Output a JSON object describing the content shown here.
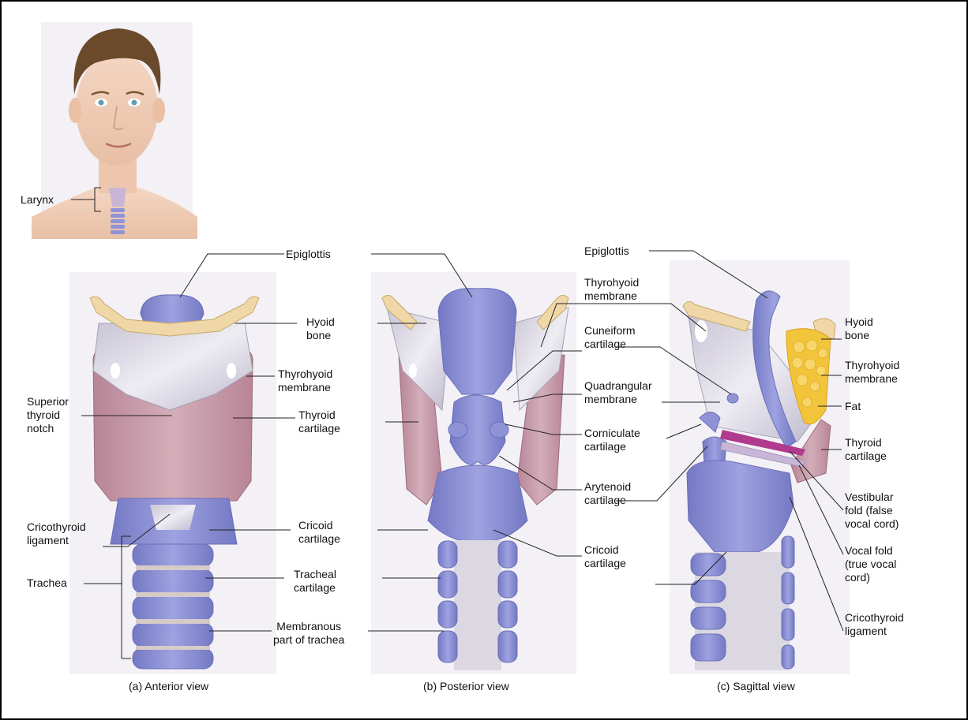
{
  "inset": {
    "larynx": "Larynx"
  },
  "anterior": {
    "caption": "(a) Anterior view",
    "epiglottis": "Epiglottis",
    "hyoid_bone": "Hyoid\nbone",
    "thyrohyoid_membrane": "Thyrohyoid\nmembrane",
    "superior_thyroid_notch": "Superior\nthyroid\nnotch",
    "thyroid_cartilage": "Thyroid\ncartilage",
    "cricothyroid_ligament": "Cricothyroid\nligament",
    "cricoid_cartilage": "Cricoid\ncartilage",
    "trachea": "Trachea",
    "tracheal_cartilage": "Tracheal\ncartilage",
    "membranous_part": "Membranous\npart of trachea"
  },
  "posterior": {
    "caption": "(b) Posterior view",
    "thyrohyoid_membrane": "Thyrohyoid\nmembrane",
    "cuneiform_cartilage": "Cuneiform\ncartilage",
    "quadrangular_membrane": "Quadrangular\nmembrane",
    "corniculate_cartilage": "Corniculate\ncartilage",
    "arytenoid_cartilage": "Arytenoid\ncartilage",
    "cricoid_cartilage": "Cricoid\ncartilage"
  },
  "sagittal": {
    "caption": "(c) Sagittal view",
    "epiglottis": "Epiglottis",
    "hyoid_bone": "Hyoid\nbone",
    "thyrohyoid_membrane": "Thyrohyoid\nmembrane",
    "fat": "Fat",
    "thyroid_cartilage": "Thyroid\ncartilage",
    "vestibular_fold": "Vestibular\nfold (false\nvocal cord)",
    "vocal_fold": "Vocal fold\n(true vocal\ncord)",
    "cricothyroid_ligament": "Cricothyroid\nligament"
  },
  "colors": {
    "cartilage_blue": "#8f93d6",
    "cartilage_blue_dark": "#6a6fb8",
    "thyroid_mauve": "#c49aa8",
    "bone_cream": "#efd7a8",
    "membrane_gray": "#d9d6e2",
    "fat_yellow": "#f2c43a",
    "skin": "#f1cdb5",
    "hair": "#6b4a2b",
    "fold_magenta": "#b03a8e"
  }
}
